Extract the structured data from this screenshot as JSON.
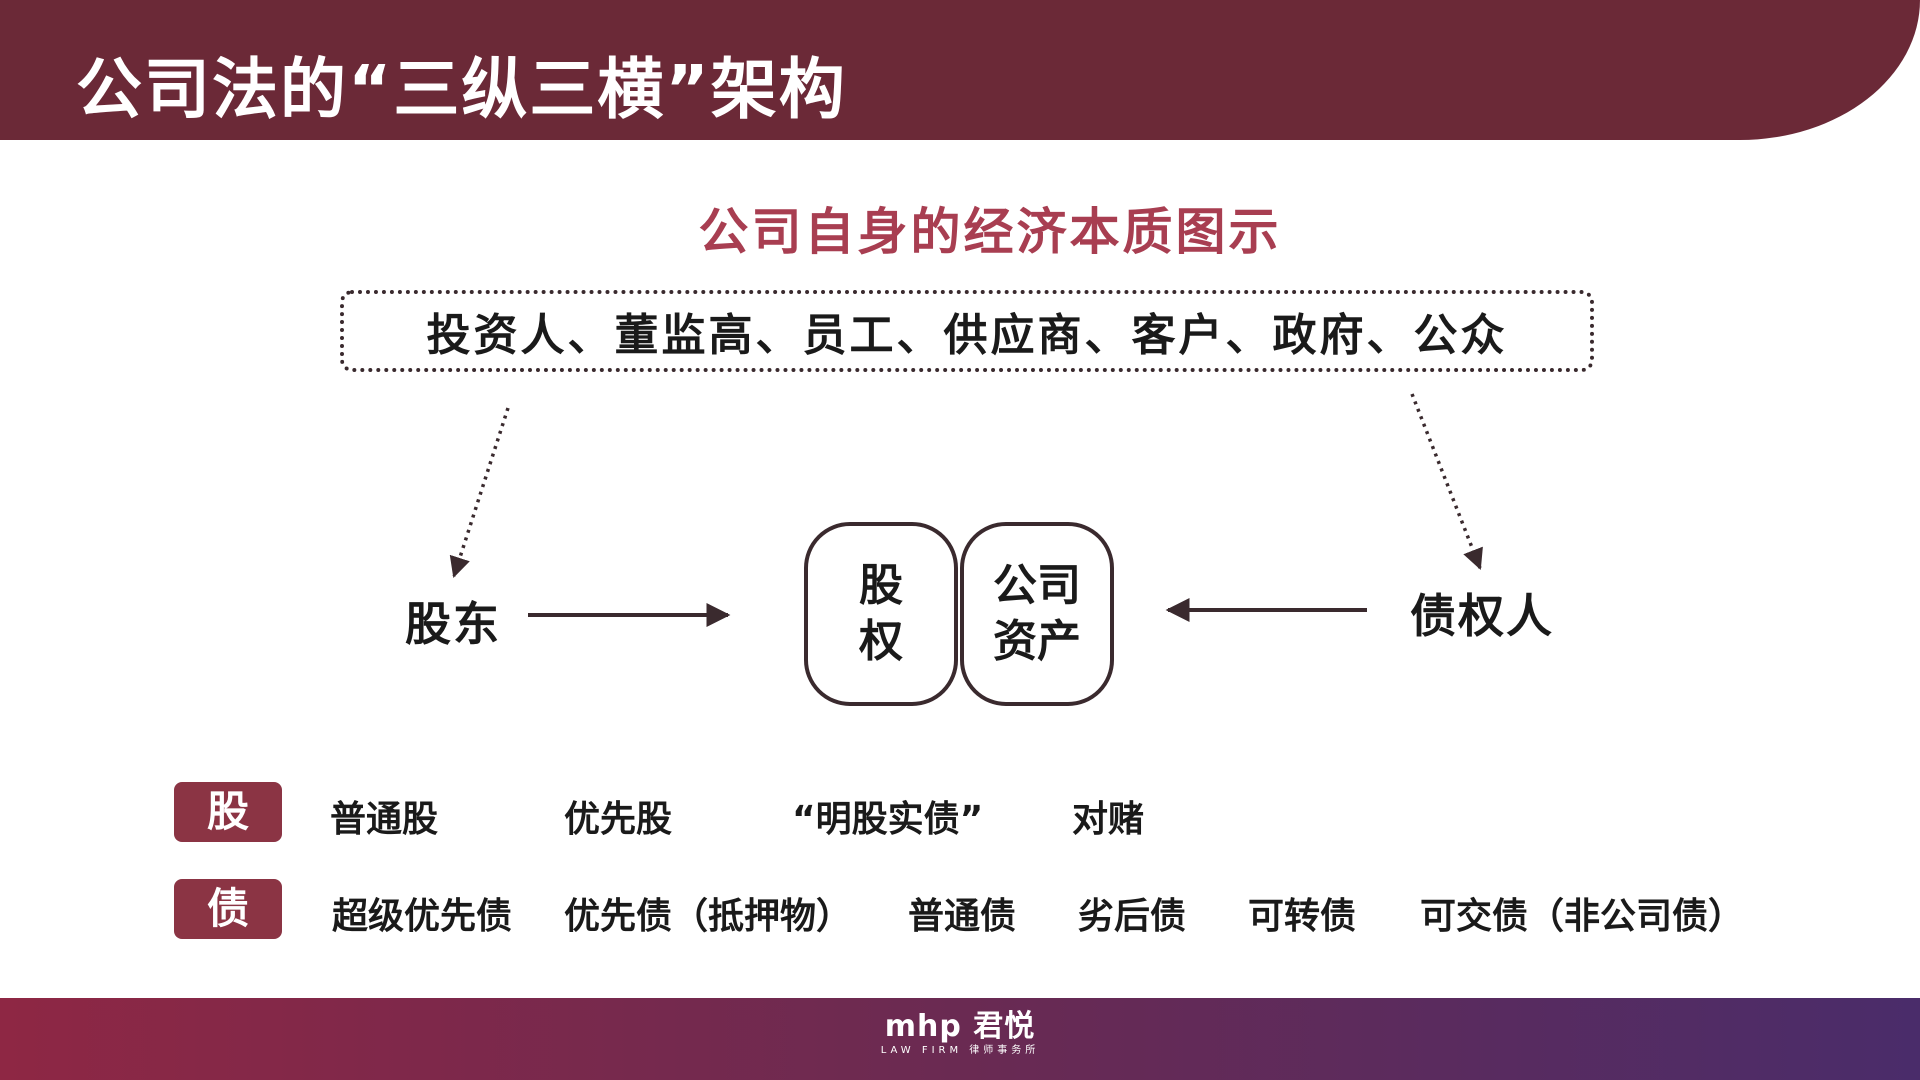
{
  "header": {
    "title": "公司法的“三纵三横”架构"
  },
  "diagram": {
    "title": "公司自身的经济本质图示",
    "stakeholders": "投资人、董监高、员工、供应商、客户、政府、公众",
    "left_party": "股东",
    "right_party": "债权人",
    "center_left": {
      "line1": "股",
      "line2": "权"
    },
    "center_right": {
      "line1": "公司",
      "line2": "资产"
    }
  },
  "rows": {
    "equity": {
      "tag": "股",
      "items": [
        "普通股",
        "优先股",
        "“明股实债”",
        "对赌"
      ]
    },
    "debt": {
      "tag": "债",
      "items": [
        "超级优先债",
        "优先债（抵押物）",
        "普通债",
        "劣后债",
        "可转债",
        "可交债（非公司债）"
      ]
    }
  },
  "footer": {
    "logo_main": "mhp 君悦",
    "logo_sub": "LAW FIRM 律师事务所"
  },
  "colors": {
    "header_bg": "#6b2937",
    "accent": "#a83e51",
    "tag_bg": "#8b3444",
    "line": "#3a2a2e"
  }
}
